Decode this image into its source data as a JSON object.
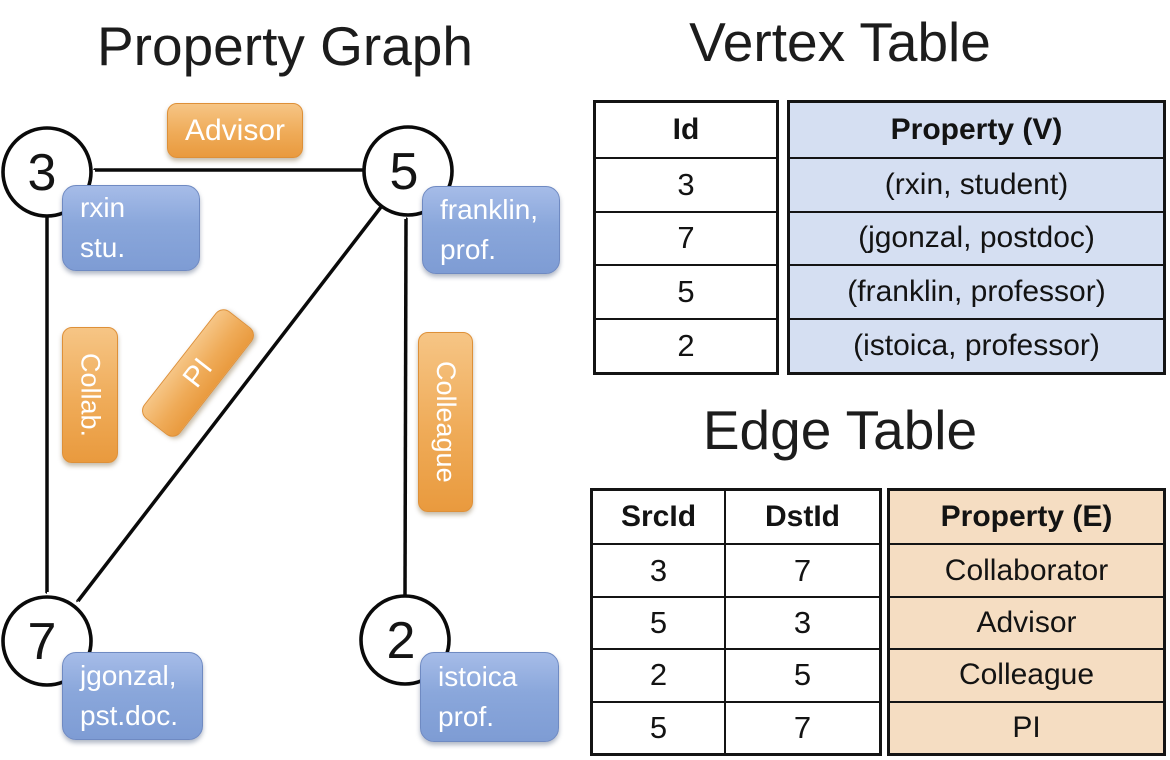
{
  "graph": {
    "title": "Property Graph",
    "vertices": {
      "v3": {
        "id": "3",
        "line1": "rxin",
        "line2": "stu."
      },
      "v5": {
        "id": "5",
        "line1": "franklin,",
        "line2": "prof."
      },
      "v7": {
        "id": "7",
        "line1": "jgonzal,",
        "line2": "pst.doc."
      },
      "v2": {
        "id": "2",
        "line1": "istoica",
        "line2": "prof."
      }
    },
    "edge_labels": {
      "advisor": "Advisor",
      "collab": "Collab.",
      "pi": "PI",
      "colleague": "Colleague"
    }
  },
  "vertex_table": {
    "title": "Vertex Table",
    "headers": {
      "id": "Id",
      "property": "Property (V)"
    },
    "rows": [
      {
        "id": "3",
        "property": "(rxin, student)"
      },
      {
        "id": "7",
        "property": "(jgonzal, postdoc)"
      },
      {
        "id": "5",
        "property": "(franklin, professor)"
      },
      {
        "id": "2",
        "property": "(istoica, professor)"
      }
    ]
  },
  "edge_table": {
    "title": "Edge Table",
    "headers": {
      "src": "SrcId",
      "dst": "DstId",
      "property": "Property (E)"
    },
    "rows": [
      {
        "src": "3",
        "dst": "7",
        "property": "Collaborator"
      },
      {
        "src": "5",
        "dst": "3",
        "property": "Advisor"
      },
      {
        "src": "2",
        "dst": "5",
        "property": "Colleague"
      },
      {
        "src": "5",
        "dst": "7",
        "property": "PI"
      }
    ]
  },
  "colors": {
    "edge_box_orange": "#eda24c",
    "vertex_box_blue": "#88a5da",
    "vertex_property_cell": "#d5dff2",
    "edge_property_cell": "#f5ddc2",
    "line_black": "#0a0a0a"
  }
}
